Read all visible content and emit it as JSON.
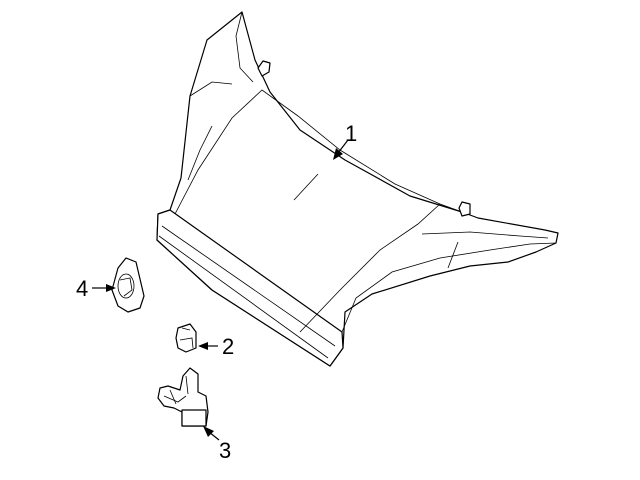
{
  "callouts": {
    "hood": "1",
    "clip": "2",
    "bracket": "3",
    "cover": "4"
  }
}
